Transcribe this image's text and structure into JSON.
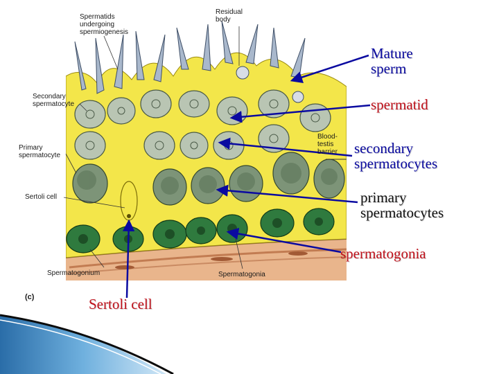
{
  "figure": {
    "panel_letter": "(c)",
    "labels": {
      "spermatids_undergoing": "Spermatids",
      "spermatids_undergoing_2": "undergoing",
      "spermatids_undergoing_3": "spermiogenesis",
      "residual_1": "Residual",
      "residual_2": "body",
      "secondary_1": "Secondary",
      "secondary_2": "spermatocyte",
      "primary_1": "Primary",
      "primary_2": "spermatocyte",
      "sertoli": "Sertoli cell",
      "blood_1": "Blood-",
      "blood_2": "testis",
      "blood_3": "barrier",
      "spermatogonium": "Spermatogonium",
      "spermatogonia_small": "Spermatogonia"
    }
  },
  "annotations": {
    "mature_1": "Mature",
    "mature_2": "sperm",
    "spermatid": "spermatid",
    "secondary_1": "secondary",
    "secondary_2": "spermatocytes",
    "primary_1": "primary",
    "primary_2": "spermatocytes",
    "spermatogonia": "spermatogonia",
    "sertoli": "Sertoli cell"
  },
  "colors": {
    "annotation_blue": "#0a0aa0",
    "annotation_red": "#c0101a",
    "sertoli_yellow": "#f3e64a",
    "spermatogonia_green": "#2f7a3e",
    "primary_green": "#7d9478",
    "secondary_gray": "#b9c5b3",
    "spermatid_blue": "#a9b8cc",
    "basement_tan": "#e9b58c"
  }
}
